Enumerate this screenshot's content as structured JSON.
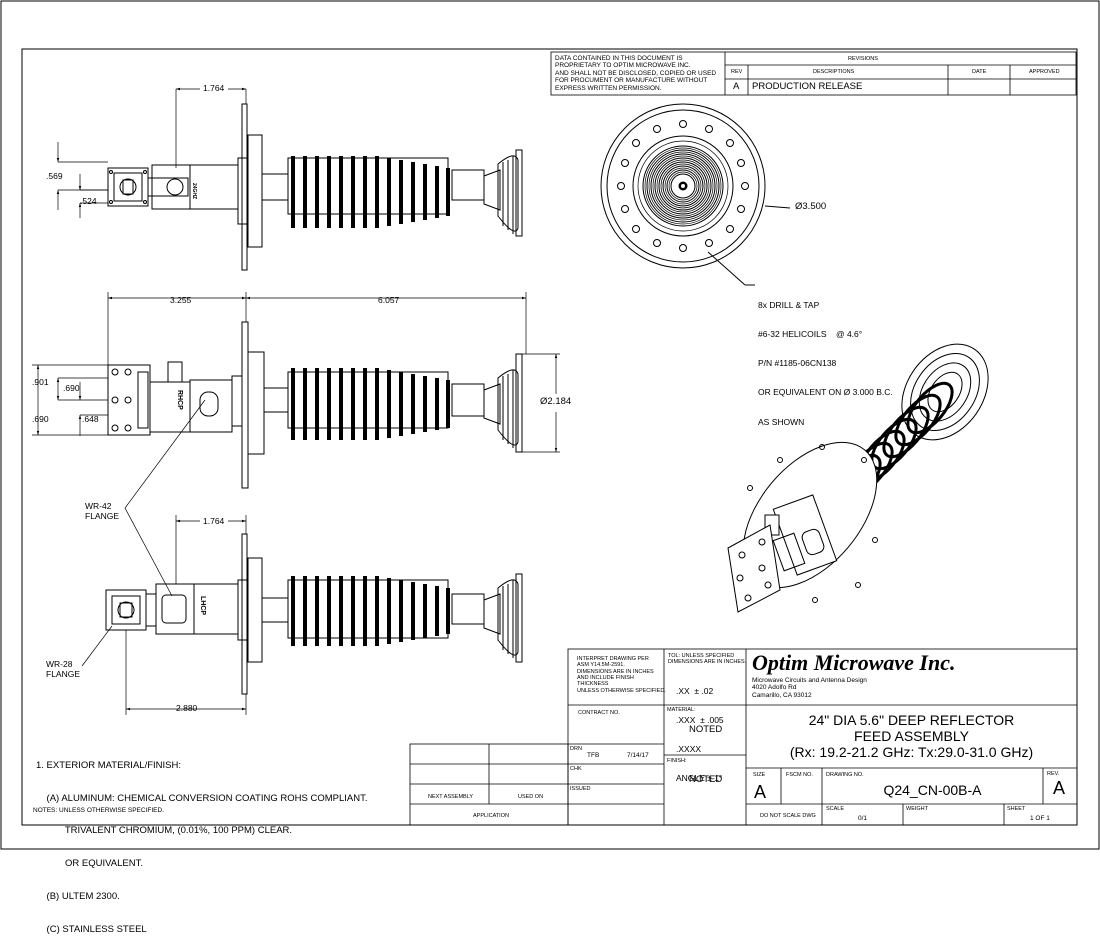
{
  "proprietary": {
    "lines": [
      "DATA CONTAINED IN THIS DOCUMENT IS",
      "PROPRIETARY TO OPTIM MICROWAVE INC.",
      "AND SHALL NOT BE DISCLOSED, COPIED OR USED",
      "FOR PROCUMENT OR MANUFACTURE WITHOUT",
      "EXPRESS WRITTEN PERMISSION."
    ]
  },
  "revisions": {
    "title": "REVISIONS",
    "headers": {
      "rev": "REV",
      "desc": "DESCRIPTIONS",
      "date": "DATE",
      "approved": "APPROVED"
    },
    "rows": [
      {
        "rev": "A",
        "desc": "PRODUCTION RELEASE",
        "date": "",
        "approved": ""
      }
    ]
  },
  "dims": {
    "d1764_top": "1.764",
    "d569": ".569",
    "d524": ".524",
    "d3255": "3.255",
    "d6057": "6.057",
    "d901": ".901",
    "d690a": ".690",
    "d690b": ".690",
    "d648": ".648",
    "d2184": "2.184",
    "d1764_bot": "1.764",
    "d2880": "2.880",
    "d3500": "3.500",
    "dia": "Ø"
  },
  "callouts": {
    "wr42": [
      "WR-42",
      "FLANGE"
    ],
    "wr28": [
      "WR-28",
      "FLANGE"
    ],
    "drill": [
      "8x DRILL & TAP",
      "#6-32 HELICOILS    @ 4.6°",
      "P/N #1185-06CN138",
      "OR EQUIVALENT ON Ø 3.000 B.C.",
      "AS SHOWN"
    ]
  },
  "body_marks": {
    "a": "24GHZ",
    "b": "RHCP",
    "c": "LHCP"
  },
  "notes": {
    "lines": [
      "1. EXTERIOR MATERIAL/FINISH:",
      "    (A) ALUMINUM: CHEMICAL CONVERSION COATING ROHS COMPLIANT.",
      "           TRIVALENT CHROMIUM, (0.01%, 100 PPM) CLEAR.",
      "           OR EQUIVALENT.",
      "    (B) ULTEM 2300.",
      "    (C) STAINLESS STEEL"
    ],
    "footer": "NOTES: UNLESS OTHERWISE SPECIFIED."
  },
  "tblock": {
    "interpret": [
      "INTERPRET DRAWING PER",
      "ASM Y14.5M-2591.",
      "DIMENSIONS ARE IN INCHES",
      "AND INCLUDE FINISH",
      "THICKNESS",
      "UNLESS OTHERWISE SPECIFIED."
    ],
    "tol": [
      "TOL: UNLESS SPECIFIED",
      "DIMENSIONS ARE IN INCHES."
    ],
    "tol_vals": [
      ".XX  ± .02",
      ".XXX  ± .005",
      ".XXXX",
      "ANGLE ± 1°"
    ],
    "company": "Optim Microwave Inc.",
    "company_sub": [
      "Microwave Circuits and Antenna Design",
      "4020 Adolfo Rd",
      "Camarillo, CA 93012"
    ],
    "contract_label": "CONTRACT NO.",
    "material_label": "MATERIAL:",
    "material": "NOTED",
    "finish_label": "FINISH:",
    "finish": "NOTED",
    "drn_label": "DRN",
    "drn": "TFB",
    "drn_date": "7/14/17",
    "chk_label": "CHK",
    "issued_label": "ISSUED",
    "title": [
      "24\" DIA 5.6\" DEEP REFLECTOR",
      "FEED ASSEMBLY",
      "(Rx: 19.2-21.2 GHz: Tx:29.0-31.0 GHz)"
    ],
    "size_label": "SIZE",
    "size": "A",
    "fscm_label": "FSCM NO.",
    "dwg_label": "DRAWING NO.",
    "dwg": "Q24_CN-00B-A",
    "rev_label": "REV.",
    "rev": "A",
    "noscale": "DO NOT SCALE DWG",
    "scale_label": "SCALE",
    "scale": "0/1",
    "weight_label": "WEIGHT",
    "sheet_label": "SHEET",
    "sheet": "1 OF 1",
    "next_assy": "NEXT ASSEMBLY",
    "used_on": "USED ON",
    "application": "APPLICATION"
  }
}
